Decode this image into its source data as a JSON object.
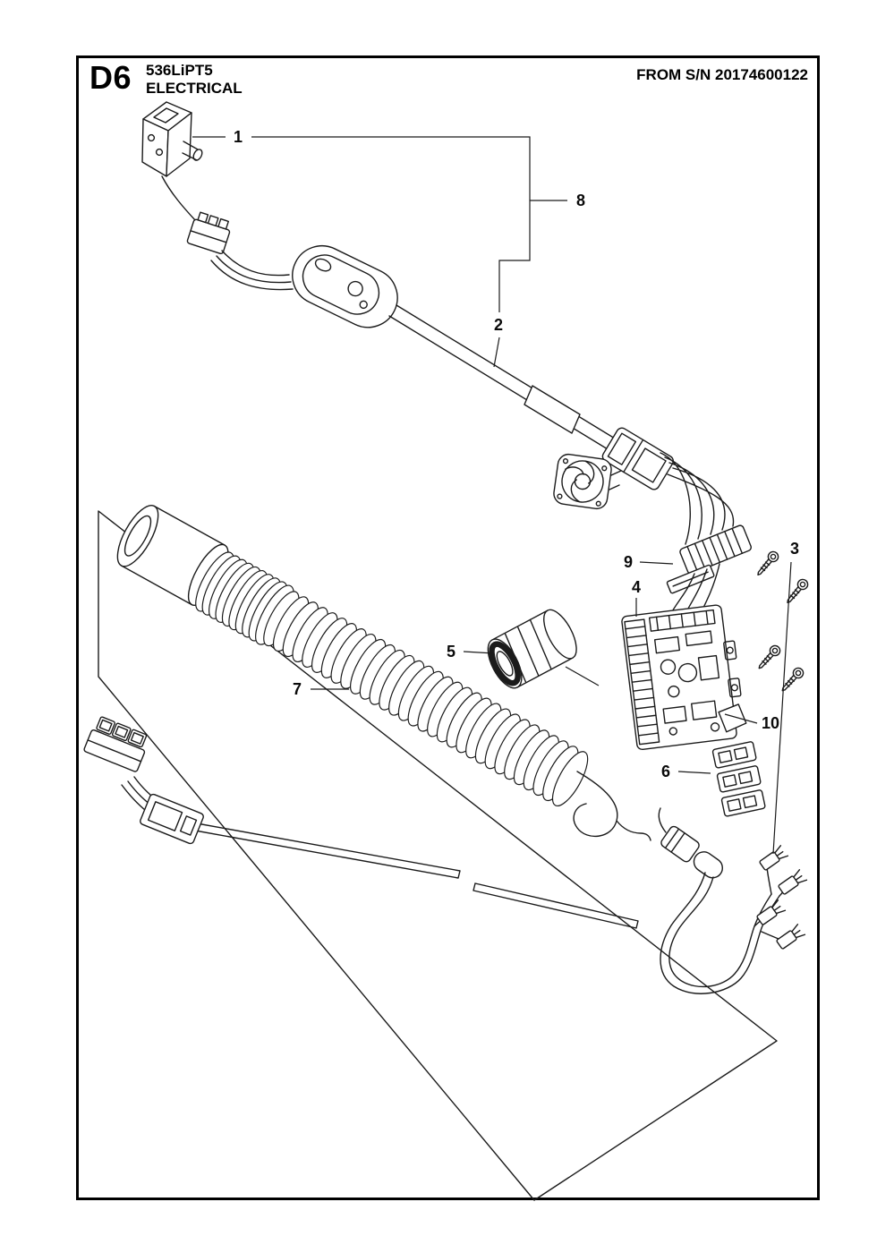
{
  "page": {
    "code": "D6",
    "model": "536LiPT5",
    "section": "ELECTRICAL",
    "serial_note": "FROM S/N 20174600122"
  },
  "callouts": [
    {
      "label": "1"
    },
    {
      "label": "8"
    },
    {
      "label": "2"
    },
    {
      "label": "9"
    },
    {
      "label": "3"
    },
    {
      "label": "4"
    },
    {
      "label": "5"
    },
    {
      "label": "7"
    },
    {
      "label": "10"
    },
    {
      "label": "6"
    }
  ],
  "colors": {
    "ink": "#1b1b1b",
    "paper": "#ffffff"
  }
}
